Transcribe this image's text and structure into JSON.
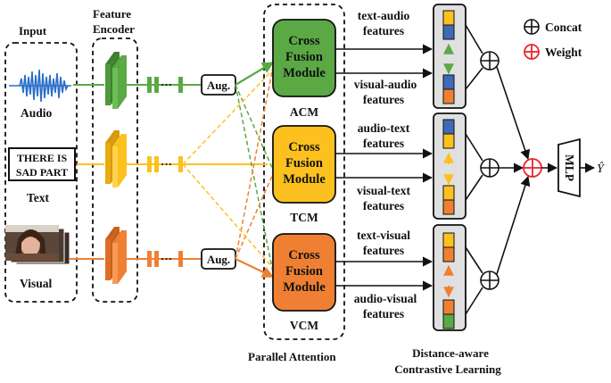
{
  "sections": {
    "input": "Input",
    "feature_encoder_line1": "Feature",
    "feature_encoder_line2": "Encoder",
    "parallel_attention": "Parallel Attention",
    "dacl_line1": "Distance-aware",
    "dacl_line2": "Contrastive Learning"
  },
  "inputs": {
    "audio": "Audio",
    "text": "Text",
    "visual": "Visual",
    "text_box_line1": "THERE IS",
    "text_box_line2": "SAD PART"
  },
  "aug_label": "Aug.",
  "ellipsis": "···",
  "modules": [
    {
      "line1": "Cross",
      "line2": "Fusion",
      "line3": "Module",
      "name": "ACM",
      "color": "#5aa945"
    },
    {
      "line1": "Cross",
      "line2": "Fusion",
      "line3": "Module",
      "name": "TCM",
      "color": "#fcc11e"
    },
    {
      "line1": "Cross",
      "line2": "Fusion",
      "line3": "Module",
      "name": "VCM",
      "color": "#ef8033"
    }
  ],
  "features": {
    "text_audio_1": "text-audio",
    "text_audio_2": "features",
    "visual_audio_1": "visual-audio",
    "visual_audio_2": "features",
    "audio_text_1": "audio-text",
    "audio_text_2": "features",
    "visual_text_1": "visual-text",
    "visual_text_2": "features",
    "text_visual_1": "text-visual",
    "text_visual_2": "features",
    "audio_visual_1": "audio-visual",
    "audio_visual_2": "features"
  },
  "legend": {
    "concat": "Concat",
    "weight": "Weight"
  },
  "mlp": "MLP",
  "output": "Ŷ",
  "colors": {
    "green": "#5aa945",
    "yellow": "#fcc11e",
    "orange": "#ef8033",
    "blue": "#3f6ab8",
    "gray_panel": "#e0e0e0",
    "weight_red": "#e8262b"
  }
}
